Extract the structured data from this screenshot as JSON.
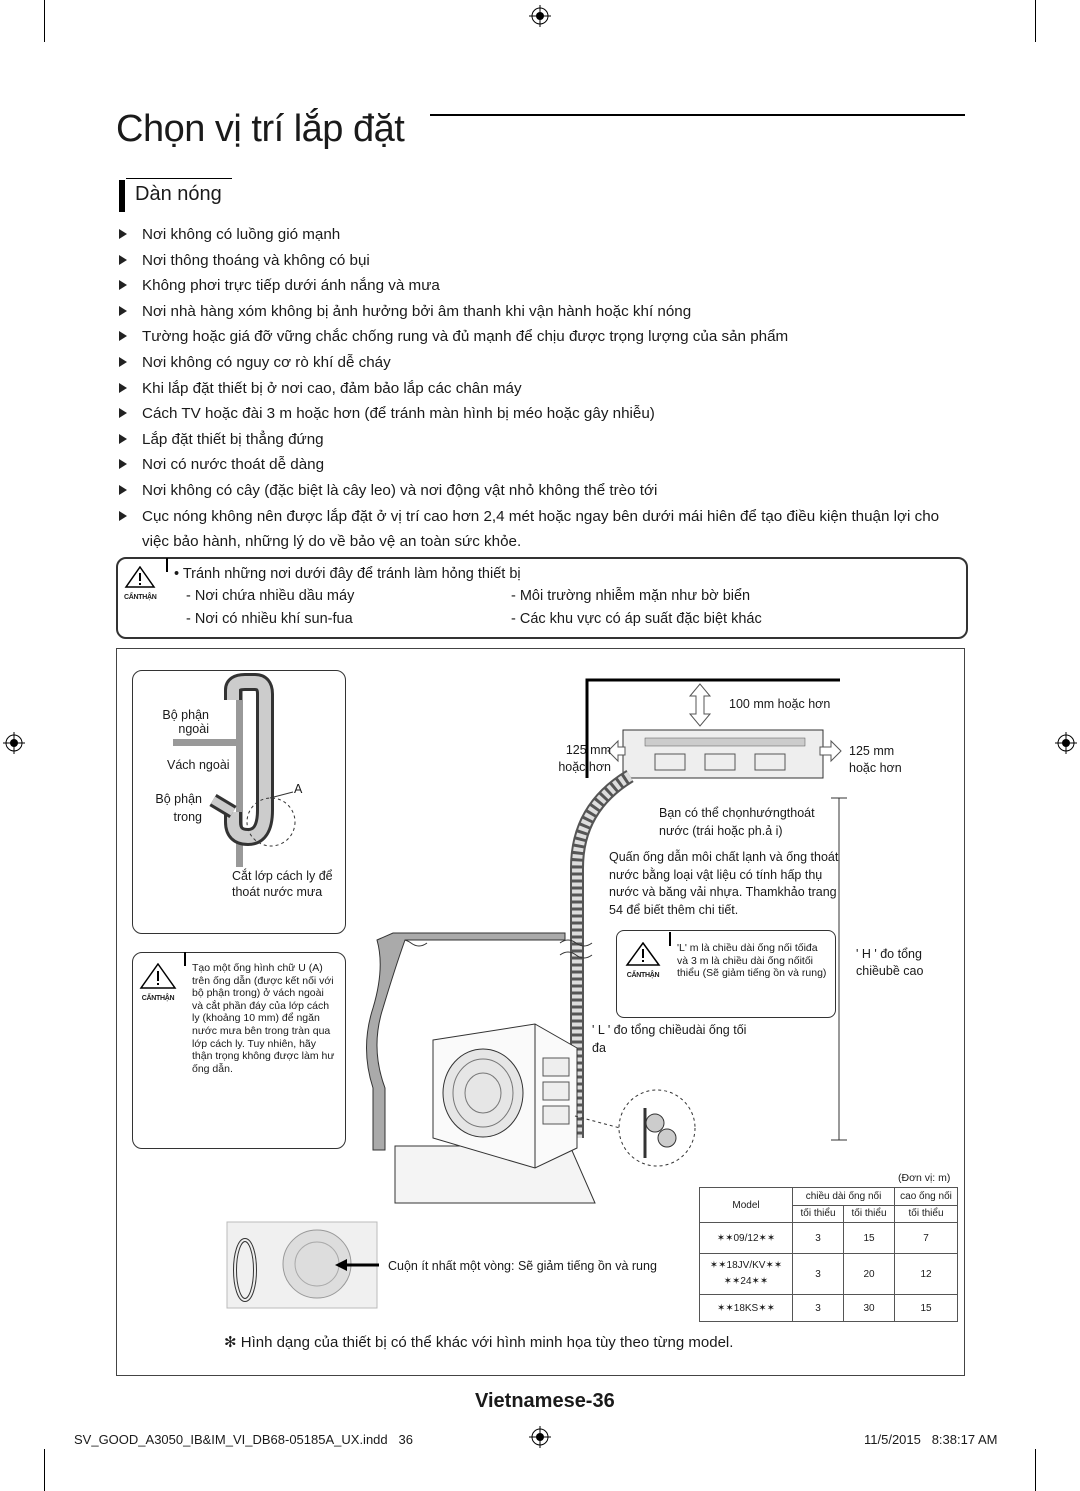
{
  "page": {
    "title": "Chọn vị trí lắp đặt",
    "section": "Dàn nóng",
    "bullets": [
      "Nơi không có luồng gió mạnh",
      "Nơi thông thoáng và không có bụi",
      "Không phơi trực tiếp dưới ánh nắng và mưa",
      "Nơi nhà hàng xóm không bị ảnh hưởng bởi âm thanh khi vận hành hoặc khí nóng",
      "Tường hoặc giá đỡ vững chắc chống rung và đủ mạnh để chịu được trọng lượng của sản phẩm",
      "Nơi không có nguy cơ rò khí dễ cháy",
      "Khi lắp đặt thiết bị ở nơi cao, đảm bảo lắp các chân máy",
      "Cách TV hoặc đài 3 m hoặc hơn (để tránh màn hình bị méo hoặc gây nhiễu)",
      "Lắp đặt thiết bị thẳng đứng",
      "Nơi có nước thoát dễ dàng",
      "Nơi không có cây (đặc biệt là cây leo) và nơi động vật nhỏ không thể trèo tới",
      "Cục nóng không nên được lắp đặt ở vị trí cao hơn 2,4 mét hoặc ngay bên dưới mái hiên để tạo điều kiện thuận lợi cho việc bảo hành, những lý do về bảo vệ an toàn sức khỏe."
    ],
    "caution": {
      "label": "CẨNTHẬN",
      "intro": "Tránh những nơi dưới đây để tránh làm hỏng thiết bị",
      "items": [
        "- Nơi chứa nhiều dầu máy",
        "- Môi trường nhiễm mặn như bờ biển",
        "- Nơi có nhiều khí sun-fua",
        "- Các khu vực có áp suất đặc biệt khác"
      ]
    }
  },
  "figure": {
    "inset_labels": {
      "outer_part": "Bộ phận ngoài",
      "outer_wall": "Vách ngoài",
      "inner_part": "Bộ phận trong",
      "point_a": "A",
      "cut": "Cắt lớp cách ly để thoát nước mưa"
    },
    "caution2": "Tạo một ống hình chữ U (A) trên ống dẫn (được kết nối với bộ phận trong) ở vách ngoài và cắt phần đáy của lớp cách ly (khoảng 10 mm) để ngăn nước mưa bên trong tràn qua lớp cách ly. Tuy nhiên, hãy thận trọng không được làm hư ống dẫn.",
    "clearance_top": "100 mm hoặc hơn",
    "clearance_left": "125 mm hoặc hơn",
    "clearance_right": "125 mm hoặc hơn",
    "drain_note": "Bạn có thể chọnhướngthoát nước (trái hoặc ph.ả i)",
    "wrap_note": "Quấn ống dẫn môi chất lạnh và ống thoát nước bằng loại vật liệu có tính hấp thụ nước và băng vải nhựa. Thamkhảo trang 54 để biết thêm chi tiết.",
    "caution3": "'L' m là chiều dài ống nối tốiđa và 3 m là chiều dài ống nốitối thiểu (Sẽ giảm tiếng ồn và rung)",
    "h_label": "' H ' đo tổng chiềubề cao",
    "l_label": "' L ' đo tổng chiềudài ống tối đa",
    "coil_note": "Cuộn ít nhất một vòng: Sẽ giảm tiếng ồn và rung",
    "unit": "(Đơn vị: m)",
    "table": {
      "h_model": "Model",
      "h_length": "chiều dài ống nối",
      "h_height": "cao ống nối",
      "h_min": "tối thiểu",
      "h_max": "tối thiểu",
      "h_min2": "tối thiểu",
      "rows": [
        {
          "model": "✶✶09/12✶✶",
          "min": "3",
          "max": "15",
          "height": "7"
        },
        {
          "model": "✶✶18JV/KV✶✶\n✶✶24✶✶",
          "min": "3",
          "max": "20",
          "height": "12"
        },
        {
          "model": "✶✶18KS✶✶",
          "min": "3",
          "max": "30",
          "height": "15"
        }
      ]
    },
    "footnote": "✻ Hình dạng của thiết bị có thể khác với hình minh họa tùy theo từng model."
  },
  "page_number": "Vietnamese-36",
  "footer": {
    "file": "SV_GOOD_A3050_IB&IM_VI_DB68-05185A_UX.indd   36",
    "date": "11/5/2015   8:38:17 AM"
  }
}
